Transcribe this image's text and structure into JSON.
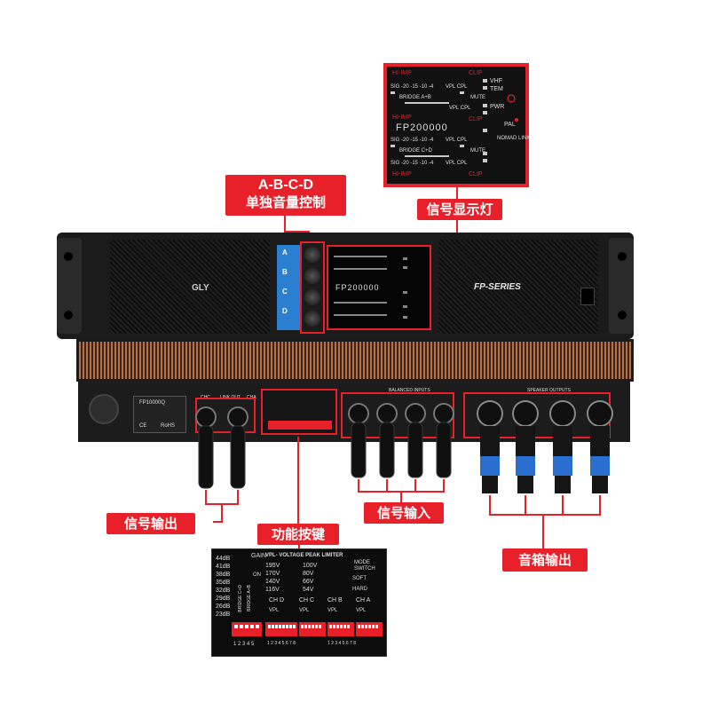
{
  "callouts": {
    "volume_control": {
      "line1": "A-B-C-D",
      "line2": "单独音量控制"
    },
    "signal_lights": "信号显示灯",
    "signal_output": "信号输出",
    "function_keys": "功能按键",
    "signal_input": "信号输入",
    "speaker_output": "音箱输出"
  },
  "front_panel": {
    "brand": "GLY",
    "model_display": "FP200000",
    "series": "FP-SERIES",
    "channels": [
      "A",
      "B",
      "C",
      "D"
    ]
  },
  "signal_display": {
    "hi_imp": "HI-IMP",
    "clip": "CLIP",
    "row_sig": "SIG -20 -15 -10 -4",
    "vpl_cpl": "VPL CPL",
    "bridge_ab": "BRIDGE A+B",
    "bridge_cd": "BRIDGE C+D",
    "mute": "MUTE",
    "model": "FP200000",
    "vhf": "VHF",
    "tem": "TEM",
    "pwr": "PWR",
    "pal": "PAL",
    "nomad_link": "NOMAD LINK"
  },
  "rear_panel": {
    "model_tag": "FP10000Q",
    "balanced_inputs": "BALANCED INPUTS",
    "speaker_outputs": "SPEAKER OUTPUTS",
    "link_out": "LINK OUT",
    "chc": "CHC",
    "cha": "CHA",
    "rohs": "RoHS",
    "ce": "CE"
  },
  "dip_panel": {
    "gain_title": "GAIN",
    "gain_values": [
      "44dB",
      "41dB",
      "38dB",
      "35dB",
      "32dB",
      "29dB",
      "26dB",
      "23dB"
    ],
    "vpl_title": "VPL- VOLTAGE PEAK LIMITER",
    "vpl_left": [
      "195V",
      "170V",
      "140V",
      "116V"
    ],
    "vpl_right": [
      "100V",
      "80V",
      "66V",
      "54V"
    ],
    "mode_switch": "MODE SWITCH",
    "soft": "SOFT",
    "hard": "HARD",
    "on": "ON",
    "bridge_cd": "BRIDGE C+D",
    "bridge_ab": "BRIDGE A+B",
    "channels": [
      "CH D",
      "CH C",
      "CH B",
      "CH A"
    ],
    "vpl": "VPL",
    "mode": "MODE",
    "numbers_5": "1 2 3 4 5",
    "numbers_8": "1 2 3 4 5 6 7 8"
  },
  "colors": {
    "accent": "#e8202a",
    "chassis": "#141414",
    "copper": "#b5714a",
    "blue": "#2a7fd0"
  }
}
